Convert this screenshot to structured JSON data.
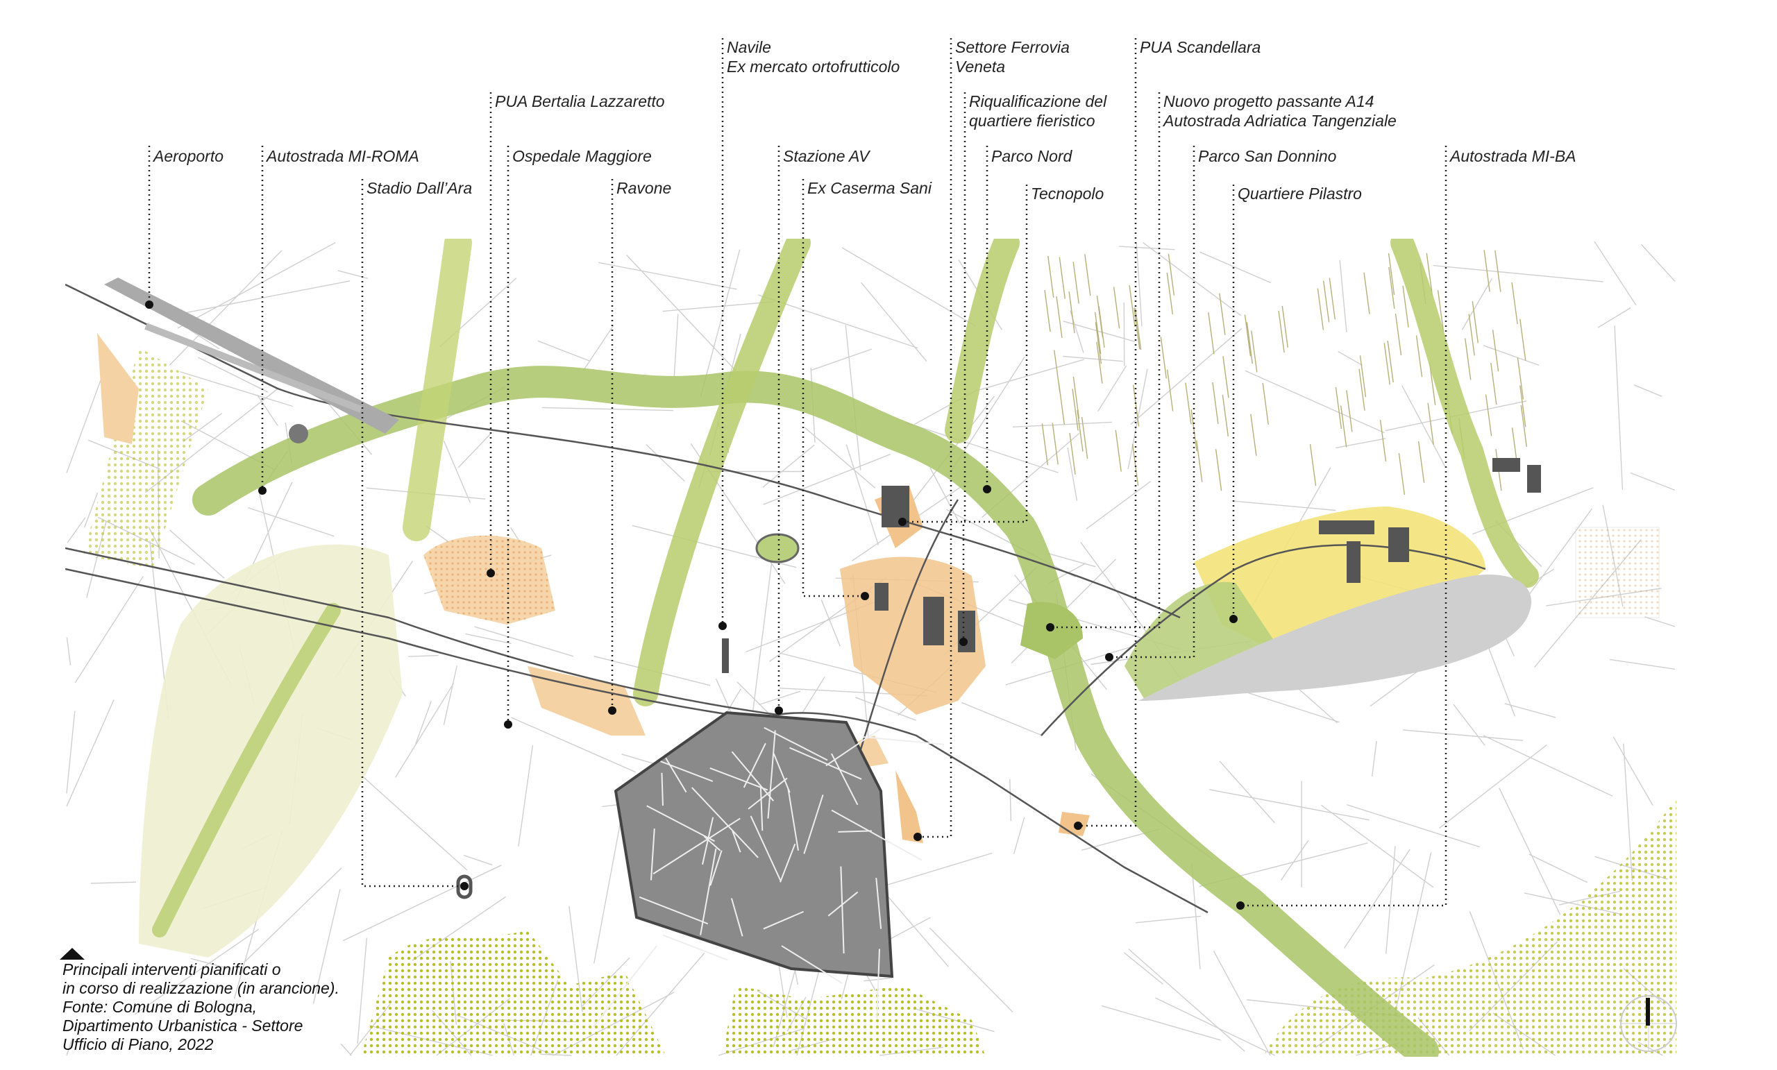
{
  "labels": [
    {
      "lines": [
        "Aeroporto"
      ]
    },
    {
      "lines": [
        "Autostrada MI-ROMA"
      ]
    },
    {
      "lines": [
        "Stadio Dall’Ara"
      ]
    },
    {
      "lines": [
        "PUA Bertalia Lazzaretto"
      ]
    },
    {
      "lines": [
        "Ospedale Maggiore"
      ]
    },
    {
      "lines": [
        "Ravone"
      ]
    },
    {
      "lines": [
        "Navile",
        "Ex mercato ortofrutticolo"
      ]
    },
    {
      "lines": [
        "Stazione AV"
      ]
    },
    {
      "lines": [
        "Ex Caserma Sani"
      ]
    },
    {
      "lines": [
        "Settore Ferrovia",
        "Veneta"
      ]
    },
    {
      "lines": [
        "Riqualificazione del",
        "quartiere fieristico"
      ]
    },
    {
      "lines": [
        "Parco Nord"
      ]
    },
    {
      "lines": [
        "Tecnopolo"
      ]
    },
    {
      "lines": [
        "PUA Scandellara"
      ]
    },
    {
      "lines": [
        "Nuovo progetto passante A14",
        "Autostrada Adriatica Tangenziale"
      ]
    },
    {
      "lines": [
        "Parco San Donnino"
      ]
    },
    {
      "lines": [
        "Quartiere Pilastro"
      ]
    },
    {
      "lines": [
        "Autostrada MI-BA"
      ]
    }
  ],
  "caption": [
    "Principali interventi pianificati o",
    "in corso di realizzazione (in arancione).",
    "Fonte: Comune di Bologna,",
    "Dipartimento Urbanistica - Settore",
    "Ufficio di Piano, 2022"
  ],
  "colors": {
    "green_corridor": "#9fbf5a",
    "yellow_dots": "#c9cf3e",
    "orange_planned": "#f2c48c",
    "historic_center": "#777777",
    "roads": "#c8c8c8"
  }
}
